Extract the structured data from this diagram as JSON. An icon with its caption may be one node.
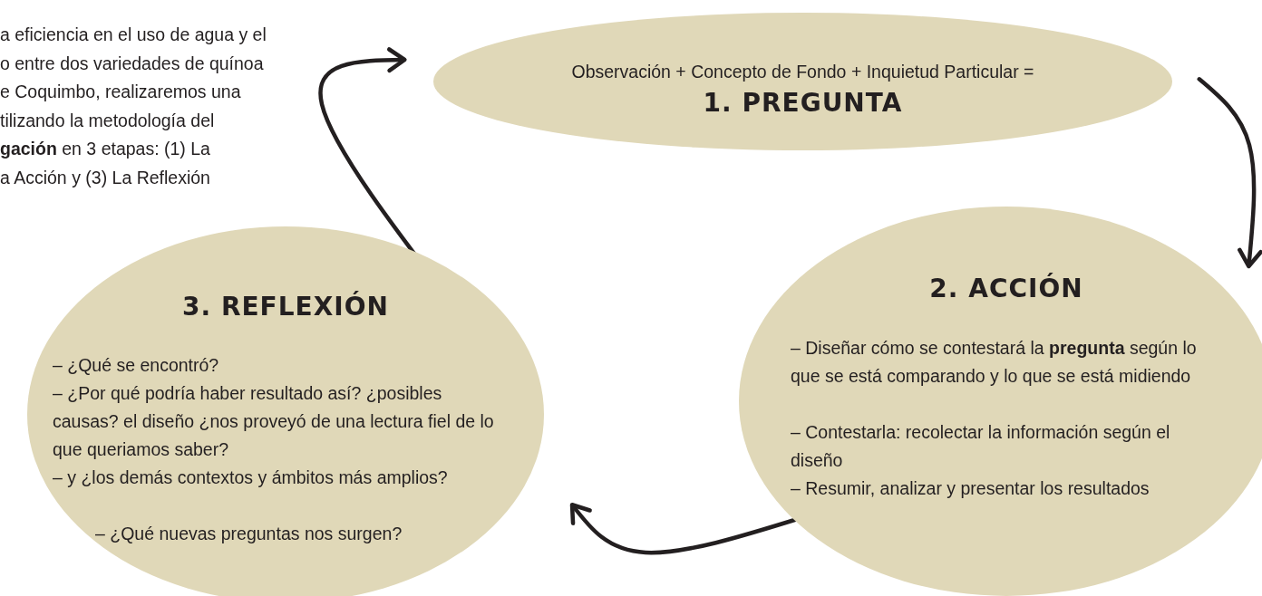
{
  "diagram": {
    "nodes": [
      {
        "text": [
          "Observación + Concepto de Fondo + Inquietud Particular =",
          "1. PREGUNTA"
        ]
      },
      {
        "text": [
          "2. ACCIÓN",
          "– Diseñar cómo se contestará la **pregunta** según lo que se está comparando y lo que se está midiendo",
          "– Contestarla: recolectar la información según el diseño",
          "– Resumir, analizar y presentar los resultados"
        ]
      },
      {
        "text": [
          "3. REFLEXIÓN",
          "– ¿Qué se encontró?",
          "– ¿Por qué podría haber resultado así? ¿posibles causas? el diseño ¿nos proveyó de una lectura fiel de lo que queriamos saber?",
          "– y ¿los demás contextos y ámbitos más amplios?",
          "– ¿Qué nuevas preguntas nos surgen?"
        ]
      }
    ],
    "edges": [
      {
        "from": 0,
        "to": 1,
        "arrow": "to"
      },
      {
        "from": 1,
        "to": 2,
        "arrow": "to"
      },
      {
        "from": 2,
        "to": 0,
        "arrow": "to"
      }
    ],
    "labels": [
      "a eficiencia en el uso de agua y el",
      "o entre dos variedades de quínoa",
      "e Coquimbo, realizaremos una",
      "tilizando la metodología del",
      "**gación** en 3 etapas: (1) La",
      "a Acción y (3) La Reflexión"
    ]
  }
}
